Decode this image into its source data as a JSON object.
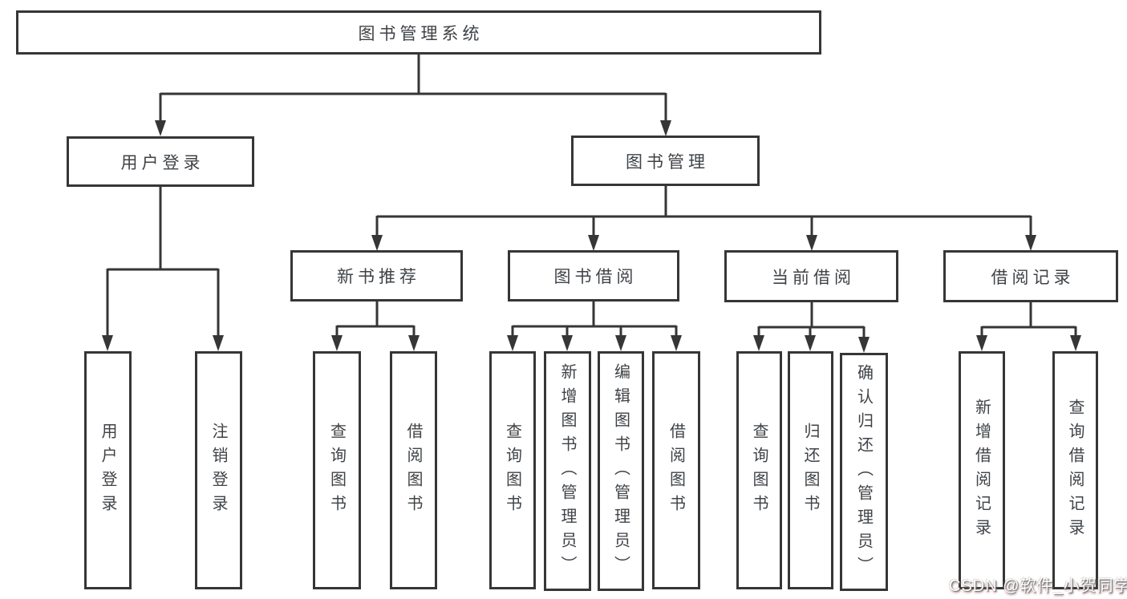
{
  "diagram": {
    "root_label": "图书管理系统",
    "branches": [
      {
        "label": "用户登录",
        "children": [
          {
            "label": "用户登录"
          },
          {
            "label": "注销登录"
          }
        ]
      },
      {
        "label": "图书管理",
        "children": [
          {
            "label": "新书推荐",
            "children": [
              {
                "label": "查询图书"
              },
              {
                "label": "借阅图书"
              }
            ]
          },
          {
            "label": "图书借阅",
            "children": [
              {
                "label": "查询图书"
              },
              {
                "label": "新增图书（管理员）"
              },
              {
                "label": "编辑图书（管理员）"
              },
              {
                "label": "借阅图书"
              }
            ]
          },
          {
            "label": "当前借阅",
            "children": [
              {
                "label": "查询图书"
              },
              {
                "label": "归还图书"
              },
              {
                "label": "确认归还（管理员）"
              }
            ]
          },
          {
            "label": "借阅记录",
            "children": [
              {
                "label": "新增借阅记录"
              },
              {
                "label": "查询借阅记录"
              }
            ]
          }
        ]
      }
    ]
  },
  "watermark": {
    "text": "CSDN @软件_小贺同学"
  },
  "colors": {
    "line": "#363636",
    "text": "#3f4347",
    "box_fill": "#ffffff",
    "background": "#ffffff",
    "watermark_text": "#ffffff"
  }
}
